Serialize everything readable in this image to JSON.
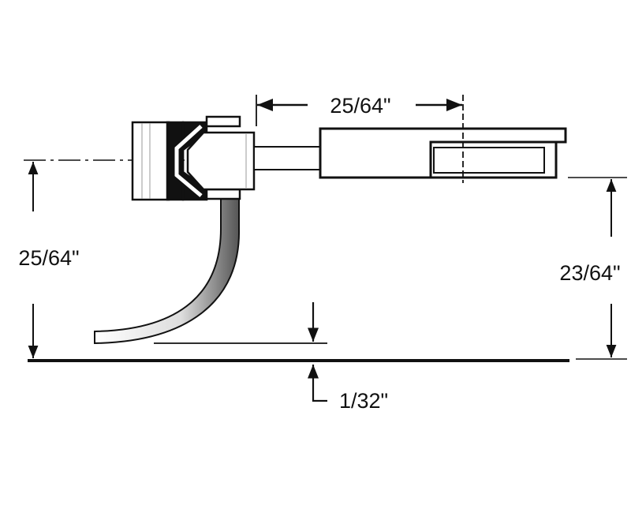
{
  "dimensions": {
    "top_width": "25/64\"",
    "left_height": "25/64\"",
    "right_height": "23/64\"",
    "pin_clearance": "1/32\""
  },
  "colors": {
    "line": "#111111",
    "background": "#ffffff"
  }
}
